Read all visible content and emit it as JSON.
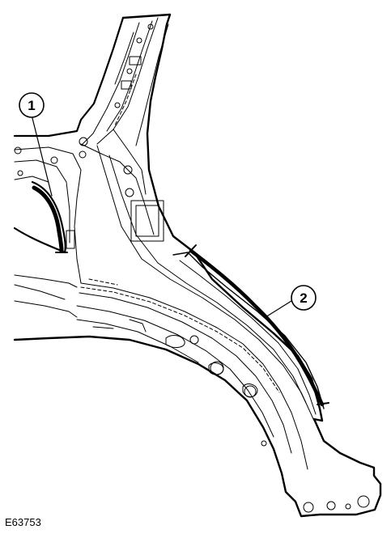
{
  "figure": {
    "code": "E63753",
    "callouts": [
      {
        "label": "1"
      },
      {
        "label": "2"
      }
    ]
  }
}
